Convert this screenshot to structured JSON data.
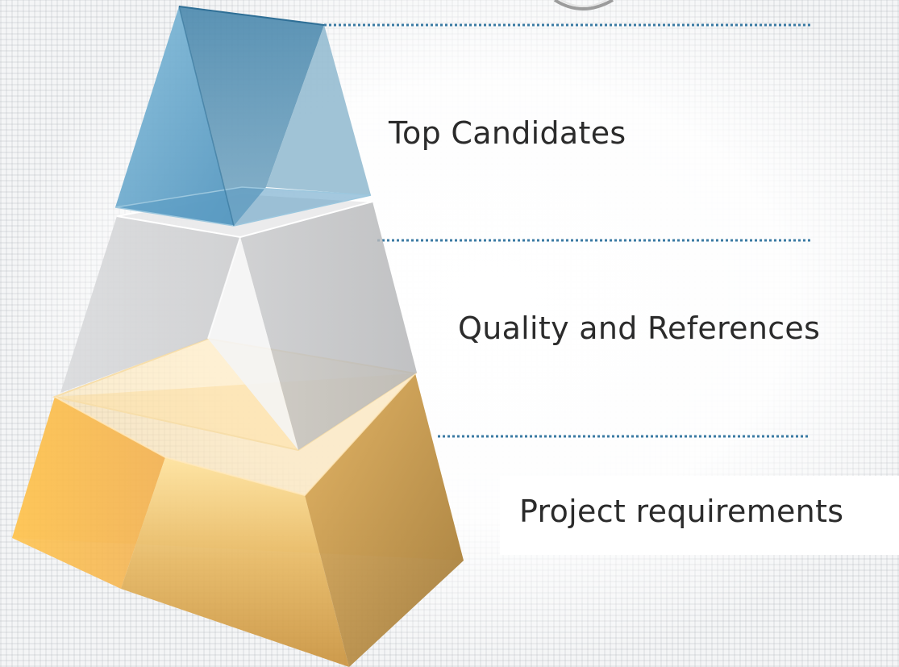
{
  "diagram": {
    "tiers": [
      {
        "id": "top",
        "label": "Top Candidates",
        "color": "#3f86ad"
      },
      {
        "id": "middle",
        "label": "Quality and References",
        "color": "#c9cacc"
      },
      {
        "id": "bottom",
        "label": "Project requirements",
        "color": "#f0b63f"
      }
    ],
    "leader_line_color": "#3a7aa3",
    "label_color": "#2b2b2b"
  }
}
